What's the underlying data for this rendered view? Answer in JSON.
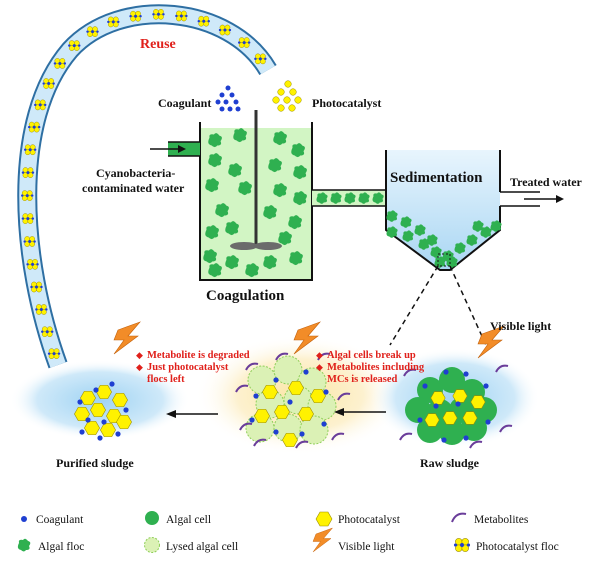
{
  "labels": {
    "reuse": "Reuse",
    "coagulant": "Coagulant",
    "photocatalyst": "Photocatalyst",
    "inflow_1": "Cyanobacteria-",
    "inflow_2": "contaminated water",
    "coagulation": "Coagulation",
    "sedimentation": "Sedimentation",
    "treated_water": "Treated water",
    "visible_light": "Visible light",
    "purified_sludge": "Purified sludge",
    "raw_sludge": "Raw sludge"
  },
  "notes_left": [
    "Metabolite is degraded",
    "Just photocatalyst",
    "flocs left"
  ],
  "notes_right": [
    "Algal cells break up",
    "Metabolites including",
    "MCs is released"
  ],
  "legend": {
    "coagulant": "Coagulant",
    "algal_cell": "Algal cell",
    "photocatalyst": "Photocatalyst",
    "metabolites": "Metabolites",
    "algal_floc": "Algal floc",
    "lysed_algal_cell": "Lysed algal cell",
    "visible_light": "Visible light",
    "photocatalyst_floc": "Photocatalyst floc"
  },
  "colors": {
    "reuse_text": "#e0201b",
    "note_text": "#e0201b",
    "coagulant": "#1f3fd1",
    "algae": "#2fb050",
    "photocatalyst": "#fff200",
    "metabolites": "#6a3d9a",
    "light": "#f28c28",
    "water_green": "#d2f5c4",
    "water_blue": "#cfe9f9"
  }
}
